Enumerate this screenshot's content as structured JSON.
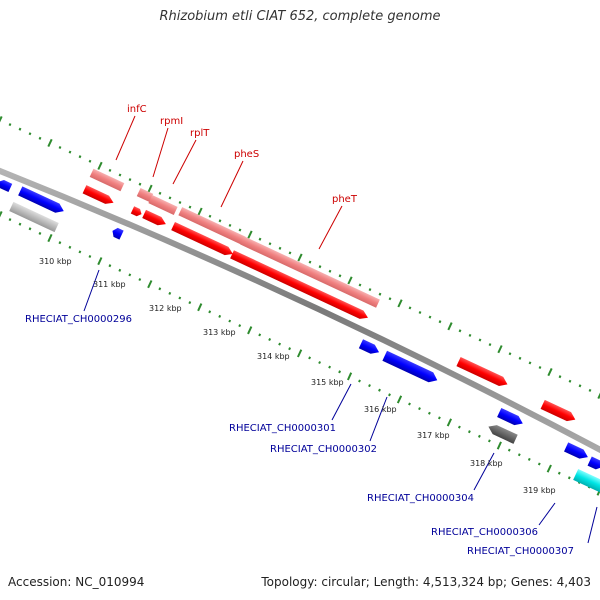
{
  "title": "Rhizobium etli CIAT 652, complete genome",
  "footer": {
    "accession": "Accession: NC_010994",
    "summary": "Topology: circular; Length: 4,513,324 bp; Genes: 4,403"
  },
  "colors": {
    "backbone": "#8a8a8a",
    "tick": "#2e8b2e",
    "gene_label": "#cc0000",
    "locus_label": "#000099",
    "red_feature": "#ff0000",
    "pink_feature": "#f08080",
    "blue_feature": "#0000ff",
    "gray_feature": "#bbbbbb",
    "dark_gray_feature": "#666666",
    "cyan_feature": "#00e5e5"
  },
  "position_labels": [
    "310 kbp",
    "311 kbp",
    "312 kbp",
    "313 kbp",
    "314 kbp",
    "315 kbp",
    "316 kbp",
    "317 kbp",
    "318 kbp",
    "319 kbp"
  ],
  "gene_labels": [
    "infC",
    "rpmI",
    "rplT",
    "pheS",
    "pheT"
  ],
  "locus_labels": [
    "RHECIAT_CH0000296",
    "RHECIAT_CH0000301",
    "RHECIAT_CH0000302",
    "RHECIAT_CH0000304",
    "RHECIAT_CH0000306",
    "RHECIAT_CH0000307"
  ]
}
